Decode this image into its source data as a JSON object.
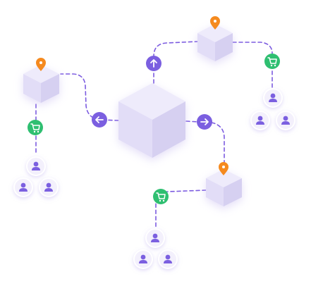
{
  "diagram": {
    "colors": {
      "cube_top": "#eeebfb",
      "cube_left": "#e2ddf7",
      "cube_right": "#d6d0f1",
      "connector": "#7c5ce0",
      "arrow_node": "#7b5fe0",
      "cart_node": "#2fbf71",
      "pin": "#f58a1f",
      "user_icon": "#7b5fe0",
      "user_halo": "#f3f0fc"
    },
    "hub": {
      "name": "central-hub-cube"
    },
    "warehouses": [
      {
        "name": "warehouse-top-right",
        "icon": "location-pin-icon"
      },
      {
        "name": "warehouse-left",
        "icon": "location-pin-icon"
      },
      {
        "name": "warehouse-bottom-right",
        "icon": "location-pin-icon"
      }
    ],
    "arrows": [
      {
        "direction": "up",
        "icon": "arrow-up-icon"
      },
      {
        "direction": "left",
        "icon": "arrow-left-icon"
      },
      {
        "direction": "right",
        "icon": "arrow-right-icon"
      }
    ],
    "carts": [
      {
        "icon": "shopping-cart-icon"
      },
      {
        "icon": "shopping-cart-icon"
      },
      {
        "icon": "shopping-cart-icon"
      }
    ],
    "customer_groups": [
      {
        "name": "customer-group-right",
        "users": 3
      },
      {
        "name": "customer-group-left",
        "users": 3
      },
      {
        "name": "customer-group-bottom",
        "users": 3
      }
    ]
  }
}
